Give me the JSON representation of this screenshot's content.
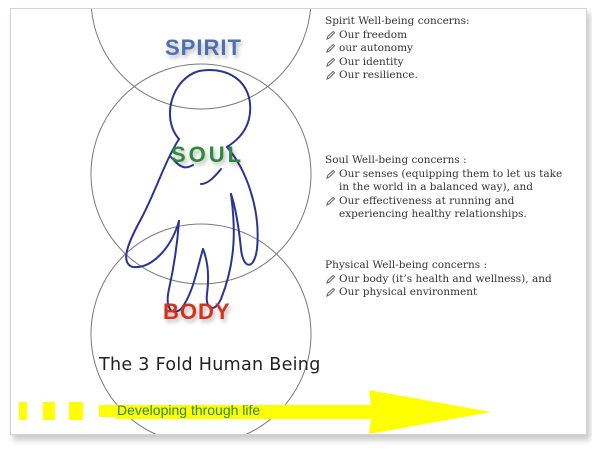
{
  "labels": {
    "spirit": "SPIRIT",
    "soul": "SOUL",
    "body": "BODY"
  },
  "title": "The 3 Fold Human Being",
  "arrow_label": "Developing through life",
  "concerns": {
    "spirit": {
      "heading": "Spirit Well-being concerns:",
      "items": [
        "Our freedom",
        "our autonomy",
        "Our identity",
        "Our resilience."
      ]
    },
    "soul": {
      "heading": "Soul Well-being concerns :",
      "items": [
        "Our senses (equipping them to let us take in the world in a balanced way), and",
        "Our effectiveness at running and experiencing healthy relationships."
      ]
    },
    "physical": {
      "heading": "Physical Well-being concerns :",
      "items": [
        "Our body (it’s health and wellness), and",
        "Our physical environment"
      ]
    }
  },
  "colors": {
    "spirit": "#4f6fb0",
    "soul": "#2d8a3a",
    "body": "#d8301c",
    "figure": "#2b3590",
    "arrow": "#ffff00"
  },
  "icons": {
    "bullet": "pencil-icon"
  }
}
